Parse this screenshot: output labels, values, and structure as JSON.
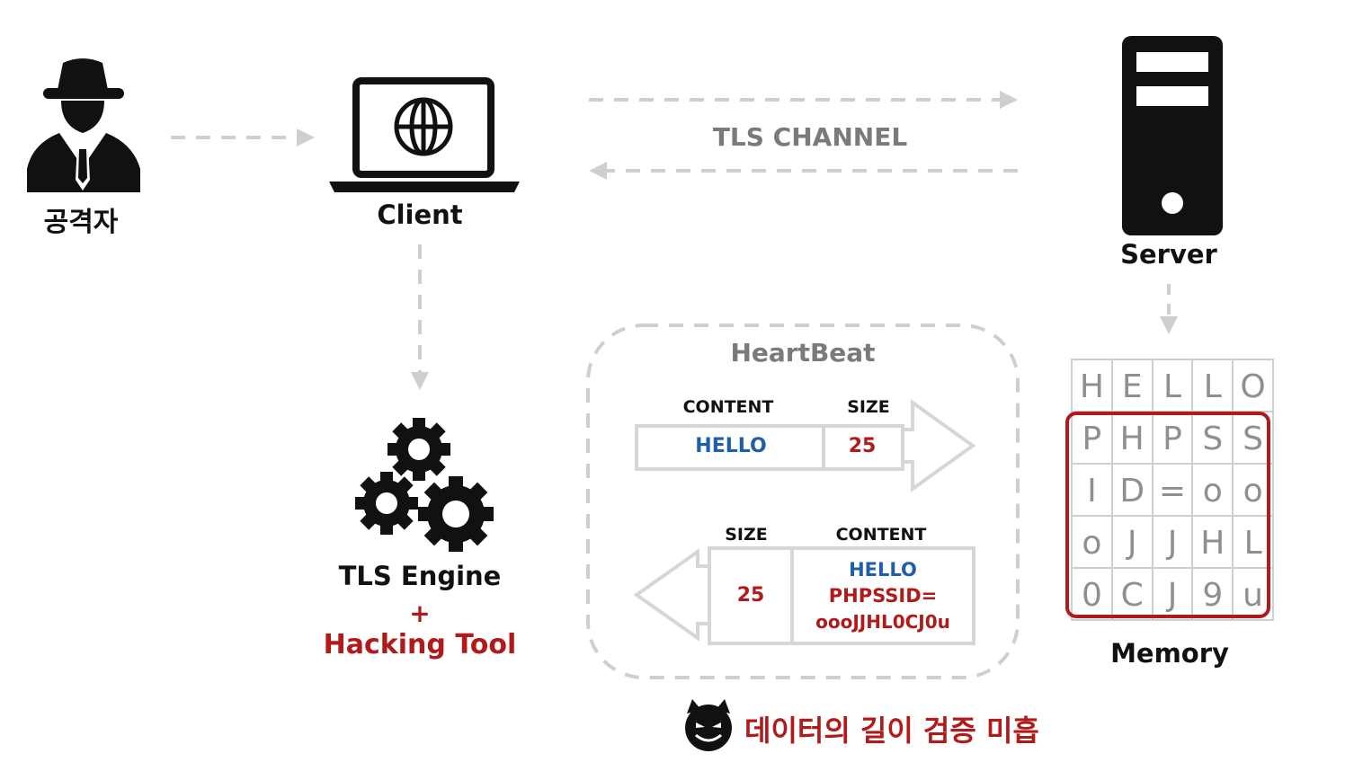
{
  "attacker": {
    "label": "공격자"
  },
  "client": {
    "label": "Client"
  },
  "server": {
    "label": "Server"
  },
  "channel": {
    "label": "TLS CHANNEL"
  },
  "engine": {
    "line1": "TLS Engine",
    "plus": "+",
    "line2": "Hacking Tool"
  },
  "heartbeat": {
    "title": "HeartBeat",
    "request": {
      "content_header": "CONTENT",
      "size_header": "SIZE",
      "content": "HELLO",
      "size": "25"
    },
    "response": {
      "size_header": "SIZE",
      "content_header": "CONTENT",
      "size": "25",
      "content_line1": "HELLO",
      "content_line2": "PHPSSID=",
      "content_line3": "oooJJHL0CJ0u"
    }
  },
  "memory": {
    "label": "Memory",
    "grid": [
      [
        "H",
        "E",
        "L",
        "L",
        "O"
      ],
      [
        "P",
        "H",
        "P",
        "S",
        "S"
      ],
      [
        "I",
        "D",
        "=",
        "o",
        "o"
      ],
      [
        "o",
        "J",
        "J",
        "H",
        "L"
      ],
      [
        "0",
        "C",
        "J",
        "9",
        "u"
      ]
    ]
  },
  "warning": {
    "text": "데이터의 길이 검증 미흡"
  },
  "colors": {
    "accent_red": "#b01a1a",
    "accent_blue": "#1f5fa8",
    "line_gray": "#cfcfcf",
    "icon": "#111111"
  }
}
